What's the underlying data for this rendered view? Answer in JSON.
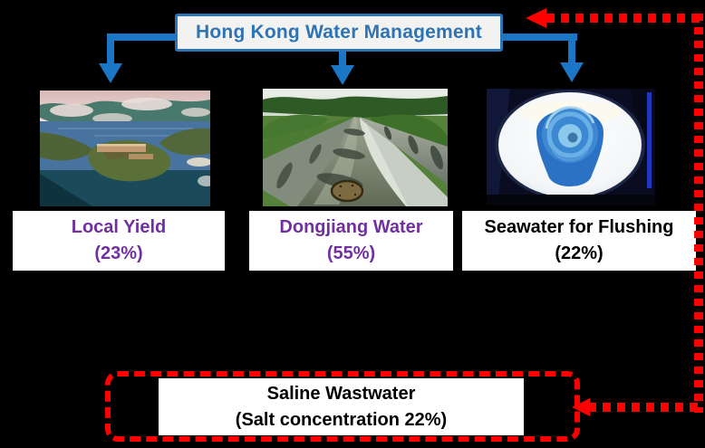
{
  "header": {
    "title": "Hong Kong Water Management"
  },
  "sources": [
    {
      "label": "Local Yield",
      "share": "(23%)",
      "photo": "reservoir-aerial-photo"
    },
    {
      "label": "Dongjiang Water",
      "share": "(55%)",
      "photo": "dongjiang-pipelines-photo"
    },
    {
      "label": "Seawater for Flushing",
      "share": "(22%)",
      "photo": "seawater-toilet-flush-photo"
    }
  ],
  "wastewater": {
    "title": "Saline Wastwater",
    "subtitle": "(Salt concentration 22%)"
  },
  "colors": {
    "background": "#000000",
    "connector_blue": "#1B76C6",
    "title_text_blue": "#2E74B5",
    "title_box_border": "#2E75B6",
    "title_box_bg": "#F2F3F1",
    "source_label_purple": "#7030A0",
    "seawater_label_black": "#000000",
    "feedback_red": "#FF0000",
    "label_box_bg": "#FFFFFF"
  }
}
